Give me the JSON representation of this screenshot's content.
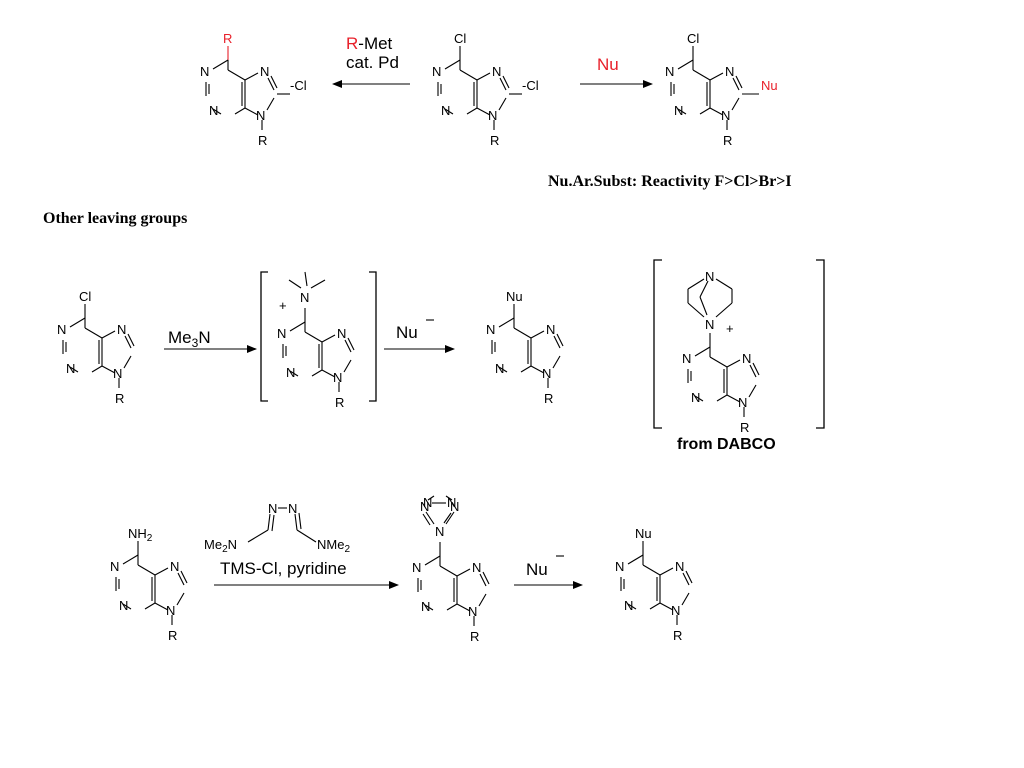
{
  "atoms": {
    "N": "N",
    "Cl": "Cl",
    "R": "R",
    "Nu": "Nu",
    "Cl_sub": "-Cl",
    "Nu_sub": "Nu",
    "R_sub": "R",
    "NH2": "NH",
    "NH2_sub": "2",
    "plus": "+",
    "minus": "−"
  },
  "row1": {
    "left_reagent_R": "R",
    "left_reagent_rest": "-Met",
    "left_reagent_line2": "cat. Pd",
    "right_reagent": "Nu",
    "reactivity_note": "Nu.Ar.Subst: Reactivity F>Cl>Br>I"
  },
  "section_title": "Other leaving groups",
  "row2": {
    "reagent_main": "Me",
    "reagent_sub": "3",
    "reagent_tail": "N",
    "nucleophile": "Nu",
    "dabco_caption": "from DABCO"
  },
  "row3": {
    "hydrazine_left_me": "Me",
    "hydrazine_left_sub": "2",
    "hydrazine_left_n": "N",
    "hydrazine_right_n": "NMe",
    "hydrazine_right_sub": "2",
    "reagent_line2": "TMS-Cl, pyridine",
    "nucleophile": "Nu"
  },
  "colors": {
    "accent": "#e8202a",
    "ink": "#000000"
  }
}
